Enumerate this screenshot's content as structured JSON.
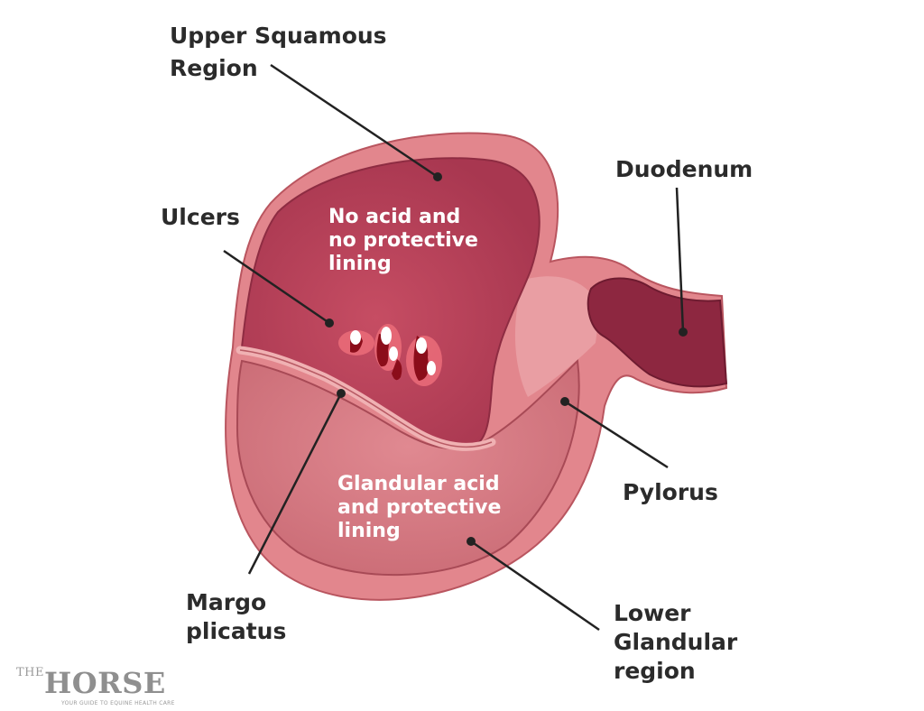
{
  "labels": {
    "upper_line1": "Upper Squamous",
    "upper_line2": "Region",
    "ulcers": "Ulcers",
    "duodenum": "Duodenum",
    "pylorus": "Pylorus",
    "margo_line1": "Margo",
    "margo_line2": "plicatus",
    "lower_line1": "Lower",
    "lower_line2": "Glandular",
    "lower_line3": "region"
  },
  "regions": {
    "squamous_line1": "No acid and",
    "squamous_line2": "no protective",
    "squamous_line3": "lining",
    "glandular_line1": "Glandular acid",
    "glandular_line2": "and protective",
    "glandular_line3": "lining"
  },
  "brand": {
    "prefix": "THE",
    "name": "HORSE",
    "tagline": "YOUR GUIDE TO EQUINE HEALTH CARE"
  },
  "colors": {
    "outer_wall": "#e2868d",
    "squamous": "#b84358",
    "glandular": "#d97a83",
    "duodenum": "#8d2740",
    "label_text": "#2b2b2b",
    "ulcer": "#8b0d1a"
  }
}
